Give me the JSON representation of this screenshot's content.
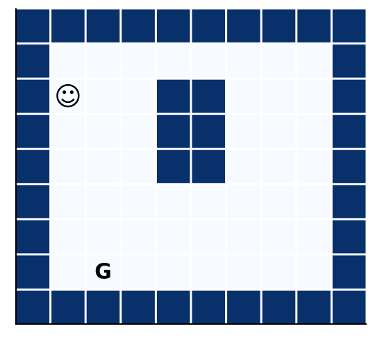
{
  "game": {
    "type": "gridworld",
    "rows": 9,
    "cols": 10,
    "colors": {
      "wall": "#08306b",
      "floor": "#f7fbff",
      "grid_line": "#ffffff",
      "axis": "#000000",
      "text": "#000000"
    },
    "grid": [
      "##########",
      "#........#",
      "#...##...#",
      "#...##...#",
      "#...##...#",
      "#........#",
      "#........#",
      "#........#",
      "##########"
    ],
    "agent": {
      "row": 2,
      "col": 1,
      "glyph": "☺",
      "icon": "smiley-face-icon"
    },
    "goal": {
      "row": 7,
      "col": 2,
      "label": "G"
    }
  }
}
